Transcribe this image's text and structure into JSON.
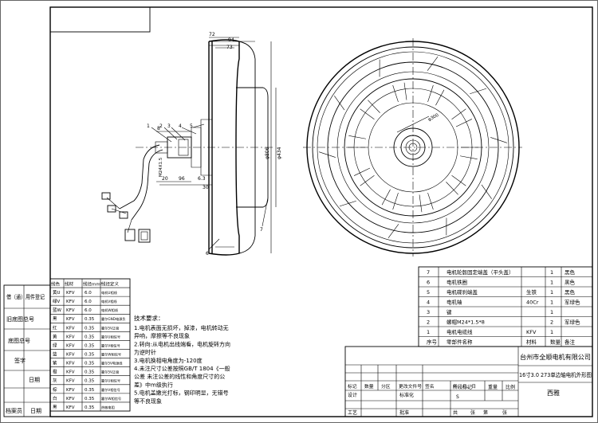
{
  "dimensions": {
    "d72": "72",
    "d94": "94",
    "d73": "73",
    "d20": "20",
    "d96": "96",
    "d63": "6.3",
    "d30": "30",
    "phi8": "8",
    "thread": "M24X1.5",
    "phi806": "φ806",
    "phi434": "φ434",
    "phi300": "φ300",
    "balloon_labels": [
      "1",
      "2",
      "3",
      "4",
      "5",
      "6",
      "7"
    ]
  },
  "wire_table": {
    "headers": [
      "线色",
      "线材",
      "线径mm²",
      "线径定义"
    ],
    "rows": [
      [
        "黄U",
        "KFV",
        "6.0",
        "电机U相线"
      ],
      [
        "绿V",
        "KFV",
        "6.0",
        "电机V相线"
      ],
      [
        "蓝W",
        "KFV",
        "6.0",
        "电机W相线"
      ],
      [
        "黑",
        "KFV",
        "0.35",
        "霍尔GND电源负"
      ],
      [
        "红",
        "KFV",
        "0.35",
        "霍尔5V正极"
      ],
      [
        "黄",
        "KFV",
        "0.35",
        "霍尔U相信号"
      ],
      [
        "绿",
        "KFV",
        "0.35",
        "霍尔V相信号"
      ],
      [
        "蓝",
        "KFV",
        "0.35",
        "霍尔W相信号"
      ],
      [
        "紫",
        "KFV",
        "0.35",
        "霍尔5V电源线"
      ],
      [
        "橙",
        "KFV",
        "0.35",
        "霍尔5V正极"
      ],
      [
        "灰",
        "KFV",
        "0.35",
        "霍尔U相信号"
      ],
      [
        "棕",
        "KFV",
        "0.35",
        "霍尔V相信号"
      ],
      [
        "白",
        "KFV",
        "0.35",
        "霍尔W相信号"
      ],
      [
        "黑",
        "KFV",
        "0.35",
        "热敏电阻"
      ]
    ]
  },
  "side_stamp": {
    "rows": [
      "借（通）用件登记",
      "旧底图总号",
      "底图总号",
      "签字",
      "日期"
    ],
    "bottom_labels": [
      "档案员",
      "日期"
    ]
  },
  "tech_notes": {
    "title": "技术要求：",
    "lines": [
      "1.电机表面无损坏，掉漆，电机转动无",
      "异响，摩擦等不良现象",
      "2.转向:从电机出线端看，电机旋转方向",
      "为逆时针",
      "3.电机换相电角度为-120度",
      "4.未注尺寸公差按照GB/T 1804《一般",
      "公差 未注公差的线性和角度尺寸的公",
      "差》中m级执行",
      "5.电机盖嫩光打标，钢印明显，无错号",
      "等不良现象"
    ]
  },
  "parts_list": {
    "rows": [
      {
        "no": "7",
        "name": "电机轮毂固定端盖（平头盖）",
        "mat": "",
        "qty": "1",
        "note": "黑色"
      },
      {
        "no": "6",
        "name": "电机铁圈",
        "mat": "",
        "qty": "1",
        "note": "黑色"
      },
      {
        "no": "5",
        "name": "电机碟刹端盖",
        "mat": "生铁",
        "qty": "1",
        "note": "黑色"
      },
      {
        "no": "4",
        "name": "电机轴",
        "mat": "40Cr",
        "qty": "1",
        "note": "军绿色"
      },
      {
        "no": "3",
        "name": "键",
        "mat": "",
        "qty": "1",
        "note": ""
      },
      {
        "no": "2",
        "name": "螺帽M24*1.5*8",
        "mat": "",
        "qty": "2",
        "note": "军绿色"
      },
      {
        "no": "1",
        "name": "电机电缆线",
        "mat": "KFV",
        "qty": "1",
        "note": ""
      }
    ],
    "header": {
      "no": "序号",
      "name": "零部件名称",
      "mat": "材料",
      "qty": "数量",
      "note": "备注"
    }
  },
  "title_block": {
    "company": "台州市全顺电机有限公司",
    "drawing_title": "16寸3.0 273单边轴电机外形图",
    "designer": "西雅",
    "rev_headers": [
      "标记",
      "数量",
      "分区",
      "更改文件号",
      "签名",
      "年、月、日"
    ],
    "labels": {
      "design": "设计",
      "standard": "标准化",
      "process": "工艺",
      "approve": "批准",
      "stage": "阶段标记",
      "weight": "重量",
      "scale": "比例",
      "s": "S",
      "sheet_total": "共",
      "sheet_unit": "张",
      "sheet_no": "第",
      "sheet_no_unit": "张"
    }
  }
}
